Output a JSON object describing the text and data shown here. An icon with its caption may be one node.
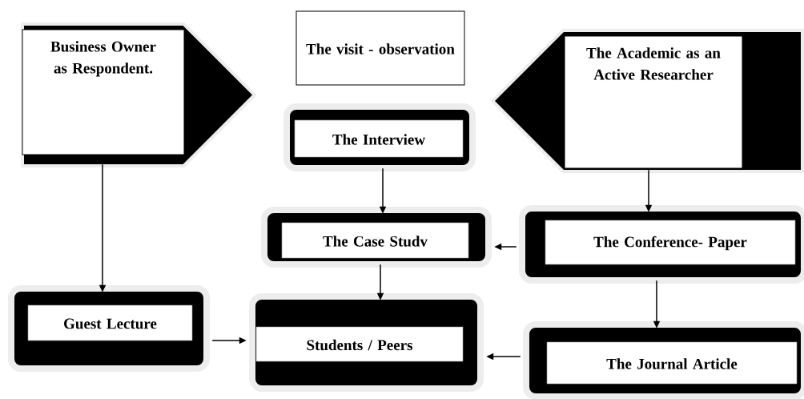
{
  "diagram": {
    "nodes": [
      {
        "text": [
          "Business Owner as Respondent."
        ]
      },
      {
        "text": [
          "The visit - observation"
        ]
      },
      {
        "text": [
          "The Academic as an Active Researcher"
        ]
      },
      {
        "text": [
          "The Interview"
        ]
      },
      {
        "text": [
          "The Case Studv"
        ]
      },
      {
        "text": [
          "The Conference- Paper"
        ]
      },
      {
        "text": [
          "Guest Lecture"
        ]
      },
      {
        "text": [
          "Students / Peers"
        ]
      },
      {
        "text": [
          "The Journal Article"
        ]
      }
    ],
    "edges": [
      {
        "from": 0,
        "to": 6,
        "arrow": "to"
      },
      {
        "from": 3,
        "to": 4,
        "arrow": "to"
      },
      {
        "from": 2,
        "to": 5,
        "arrow": "to"
      },
      {
        "from": 5,
        "to": 4,
        "arrow": "to"
      },
      {
        "from": 4,
        "to": 7,
        "arrow": "to"
      },
      {
        "from": 5,
        "to": 8,
        "arrow": "to"
      },
      {
        "from": 6,
        "to": 7,
        "arrow": "to"
      },
      {
        "from": 8,
        "to": 7,
        "arrow": "to"
      }
    ]
  }
}
